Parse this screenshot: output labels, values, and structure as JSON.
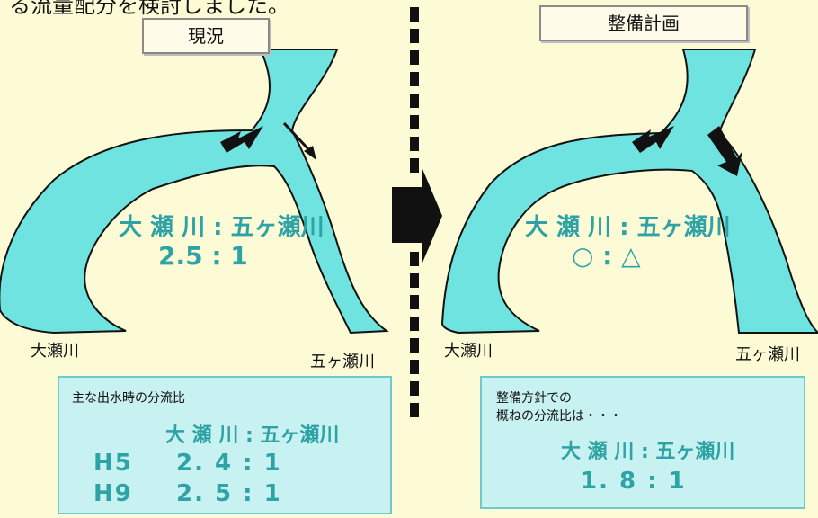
{
  "top_text": "る流量配分を検討しました。",
  "left": {
    "title": "現況",
    "ratio_label": "大 瀬 川 : 五ヶ瀬川",
    "ratio_values": "2.5  :  1",
    "label_oose": "大瀬川",
    "label_gokase": "五ヶ瀬川",
    "info": {
      "caption": "主な出水時の分流比",
      "header": "大 瀬 川 : 五ヶ瀬川",
      "rows": [
        {
          "year": "H5",
          "value": "2. 4 :  1"
        },
        {
          "year": "H9",
          "value": "2. 5 :  1"
        }
      ]
    }
  },
  "right": {
    "title": "整備計画",
    "ratio_label": "大 瀬 川 : 五ヶ瀬川",
    "ratio_values": "○ : △",
    "label_oose": "大瀬川",
    "label_gokase": "五ヶ瀬川",
    "info": {
      "caption1": "整備方針での",
      "caption2": "概ねの分流比は・・・",
      "header": "大 瀬 川 : 五ヶ瀬川",
      "value": "1. 8 :  1"
    }
  },
  "colors": {
    "background": "#fdfbd6",
    "river": "#6fe3e0",
    "ratio_text": "#2ea3a6",
    "box": "#c8f1f1"
  }
}
